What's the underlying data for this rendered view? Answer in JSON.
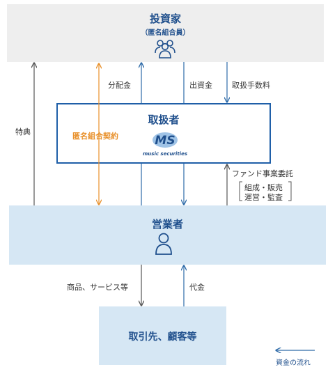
{
  "investor": {
    "title": "投資家",
    "subtitle": "（匿名組合員）",
    "icon": "group-users-icon"
  },
  "handler": {
    "title": "取扱者",
    "logo_text": "MS",
    "logo_caption": "music securities"
  },
  "operator": {
    "title": "営業者",
    "icon": "user-icon"
  },
  "client": {
    "title": "取引先、顧客等"
  },
  "flows": {
    "tokuten": "特典",
    "contract": "匿名組合契約",
    "distribution": "分配金",
    "investment": "出資金",
    "fee": "取扱手数料",
    "fund_commission": "ファンド事業委託",
    "bracket_line1": "組成・販売",
    "bracket_line2": "運営・監査",
    "goods": "商品、サービス等",
    "payment": "代金"
  },
  "legend": {
    "money_flow": "資金の流れ"
  },
  "colors": {
    "navy": "#1f4f8c",
    "orange": "#e8902a",
    "box_light": "#d6e7f4",
    "box_gray": "#eeeeee",
    "line": "#555555"
  }
}
